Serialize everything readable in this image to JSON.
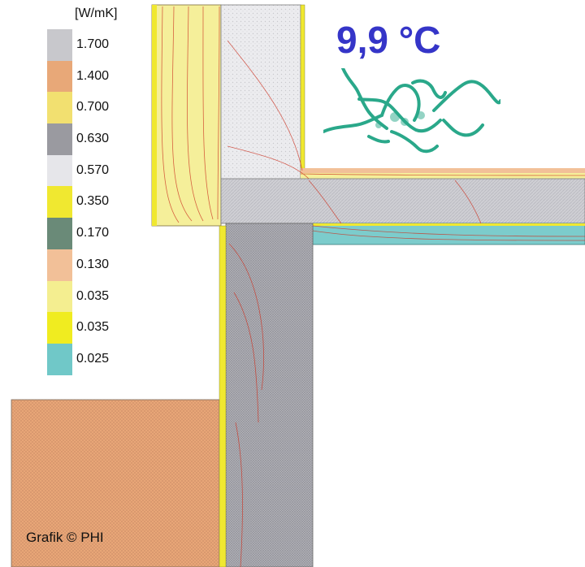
{
  "legend": {
    "unit": "[W/mK]",
    "items": [
      {
        "value": "1.700",
        "color": "#c8c8cc"
      },
      {
        "value": "1.400",
        "color": "#e8a878"
      },
      {
        "value": "0.700",
        "color": "#f2e070"
      },
      {
        "value": "0.630",
        "color": "#9a9aa0"
      },
      {
        "value": "0.570",
        "color": "#e6e6ea"
      },
      {
        "value": "0.350",
        "color": "#f0e830"
      },
      {
        "value": "0.170",
        "color": "#6a8a78"
      },
      {
        "value": "0.130",
        "color": "#f2c098"
      },
      {
        "value": "0.035",
        "color": "#f4ee90"
      },
      {
        "value": "0.035",
        "color": "#f0ec20"
      },
      {
        "value": "0.025",
        "color": "#70c8c8"
      }
    ]
  },
  "temperature_label": "9,9 °C",
  "credit": "Grafik © PHI",
  "colors": {
    "isotherm": "#cc3322",
    "mold_icon": "#2aa88a",
    "temperature_text": "#3535c8"
  },
  "icons": [
    "mold-growth-icon"
  ]
}
